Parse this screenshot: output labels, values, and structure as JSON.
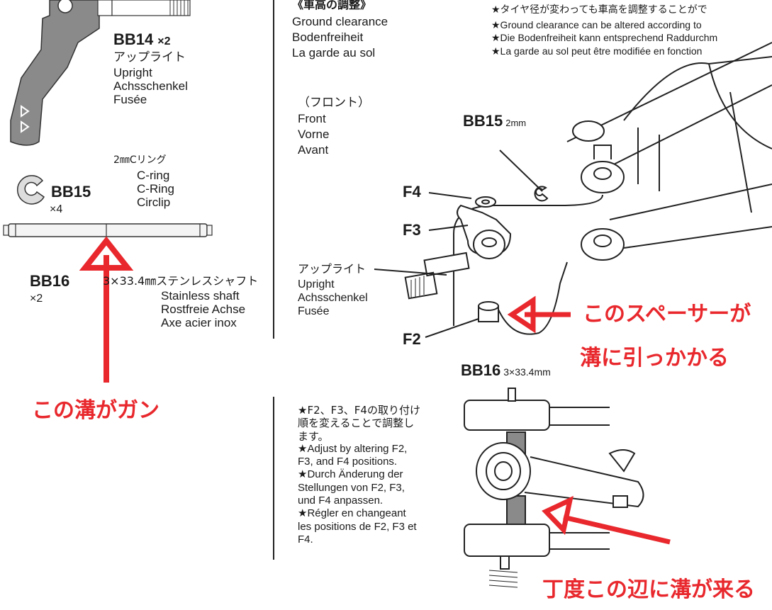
{
  "parts": {
    "bb14": {
      "code": "BB14",
      "qty": "×2",
      "jp": "アップライト",
      "en": "Upright",
      "de": "Achsschenkel",
      "fr": "Fusée"
    },
    "bb15": {
      "jp_desc": "2㎜Cリング",
      "code": "BB15",
      "qty": "×4",
      "en": "C-ring",
      "de": "C-Ring",
      "fr": "Circlip"
    },
    "bb16": {
      "code": "BB16",
      "qty": "×2",
      "jp_desc": "3×33.4㎜ステンレスシャフト",
      "en": "Stainless shaft",
      "de": "Rostfreie Achse",
      "fr": "Axe acier inox"
    }
  },
  "section": {
    "heading_jp": "《車高の調整》",
    "heading_en": "Ground clearance",
    "heading_de": "Bodenfreiheit",
    "heading_fr": "La garde au sol",
    "notes": [
      "★タイヤ径が変わっても車高を調整することがで",
      "★Ground clearance can be altered according to",
      "★Die Bodenfreiheit kann entsprechend Raddurchm",
      "★La garde au sol peut être modifiée en fonction"
    ],
    "front_jp": "（フロント）",
    "front_en": "Front",
    "front_de": "Vorne",
    "front_fr": "Avant",
    "bb15_label": "BB15",
    "bb15_size": "2mm",
    "f4": "F4",
    "f3": "F3",
    "f2": "F2",
    "upright_jp": "アップライト",
    "upright_en": "Upright",
    "upright_de": "Achsschenkel",
    "upright_fr": "Fusée",
    "bb16_label": "BB16",
    "bb16_size": "3×33.4mm",
    "adjust_lines": [
      "★F2、F3、F4の取り付け",
      "順を変えることで調整し",
      "ます。",
      "★Adjust by altering F2,",
      "F3, and F4 positions.",
      "★Durch Änderung der",
      "Stellungen von F2, F3,",
      "und F4 anpassen.",
      "★Régler en changeant",
      "les positions de F2, F3 et",
      "F4."
    ]
  },
  "annotations": {
    "groove": "この溝がガン",
    "spacer_line1": "このスペーサーが",
    "spacer_line2": "溝に引っかかる",
    "position": "丁度この辺に溝が来る"
  },
  "colors": {
    "annotation": "#e8282d",
    "line": "#222222",
    "part_gray": "#8a8a8a"
  }
}
